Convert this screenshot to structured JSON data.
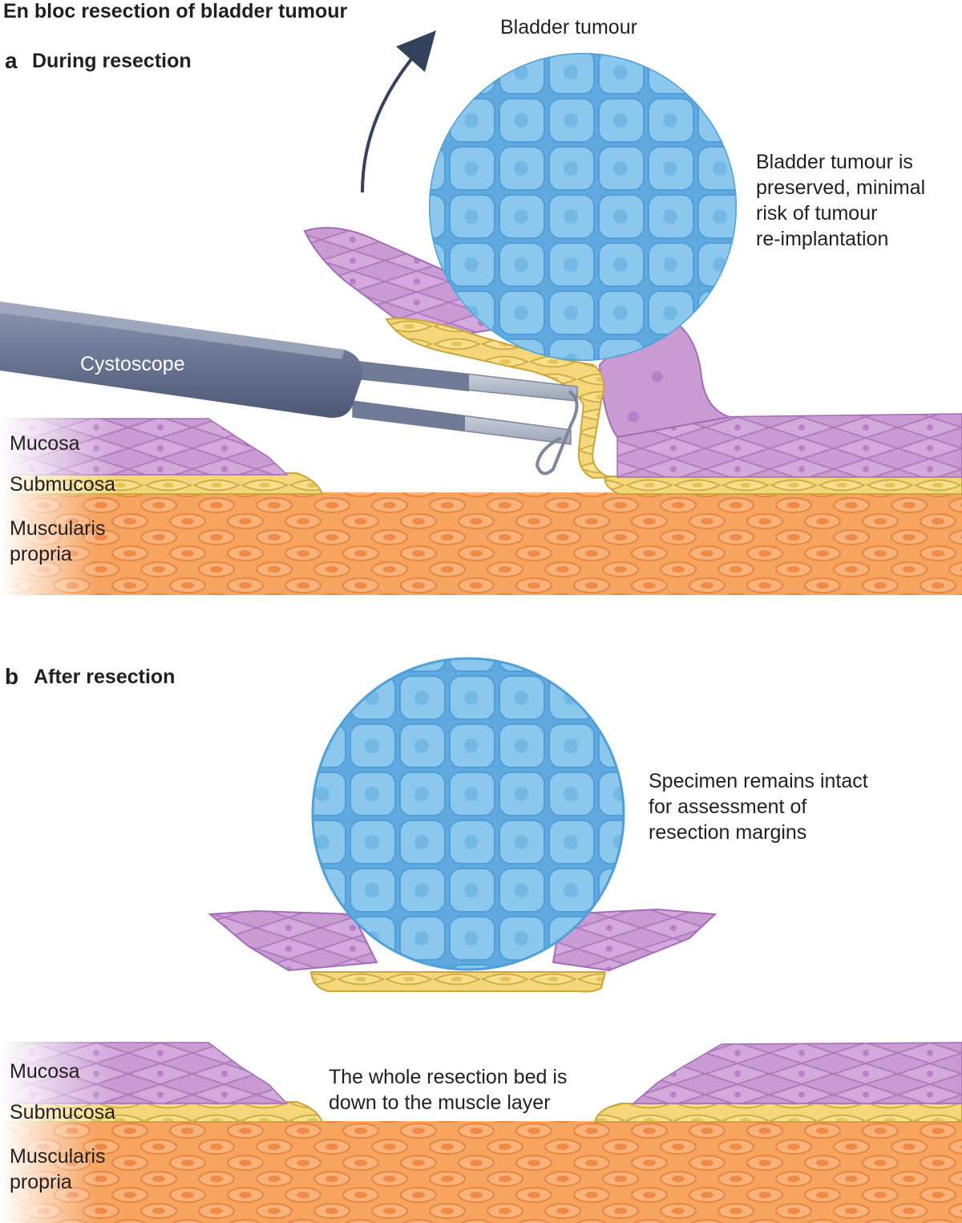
{
  "figure": {
    "title": "En bloc resection of bladder tumour"
  },
  "panel_a": {
    "letter": "a",
    "title": "During resection",
    "tumour_label": "Bladder tumour",
    "instrument_label": "Cystoscope",
    "note_lines": [
      "Bladder tumour is",
      "preserved, minimal",
      "risk of tumour",
      "re-implantation"
    ],
    "layers": {
      "mucosa": "Mucosa",
      "submucosa": "Submucosa",
      "muscularis_line1": "Muscularis",
      "muscularis_line2": "propria"
    }
  },
  "panel_b": {
    "letter": "b",
    "title": "After resection",
    "specimen_note_lines": [
      "Specimen remains intact",
      "for assessment of",
      "resection margins"
    ],
    "bed_note_lines": [
      "The whole resection bed is",
      "down to the muscle layer"
    ],
    "layers": {
      "mucosa": "Mucosa",
      "submucosa": "Submucosa",
      "muscularis_line1": "Muscularis",
      "muscularis_line2": "propria"
    }
  },
  "colors": {
    "tumour_fill": "#8cc8ee",
    "tumour_stroke": "#4f9fd8",
    "mucosa_fill": "#c99bd3",
    "mucosa_stroke": "#a56bb5",
    "submucosa_fill": "#f4d77a",
    "submucosa_stroke": "#c9a53a",
    "muscle_fill": "#f6a460",
    "muscle_stroke": "#e07e36",
    "scope_dark": "#5a6684",
    "scope_light": "#b7bfcf",
    "arrow": "#34425e"
  }
}
